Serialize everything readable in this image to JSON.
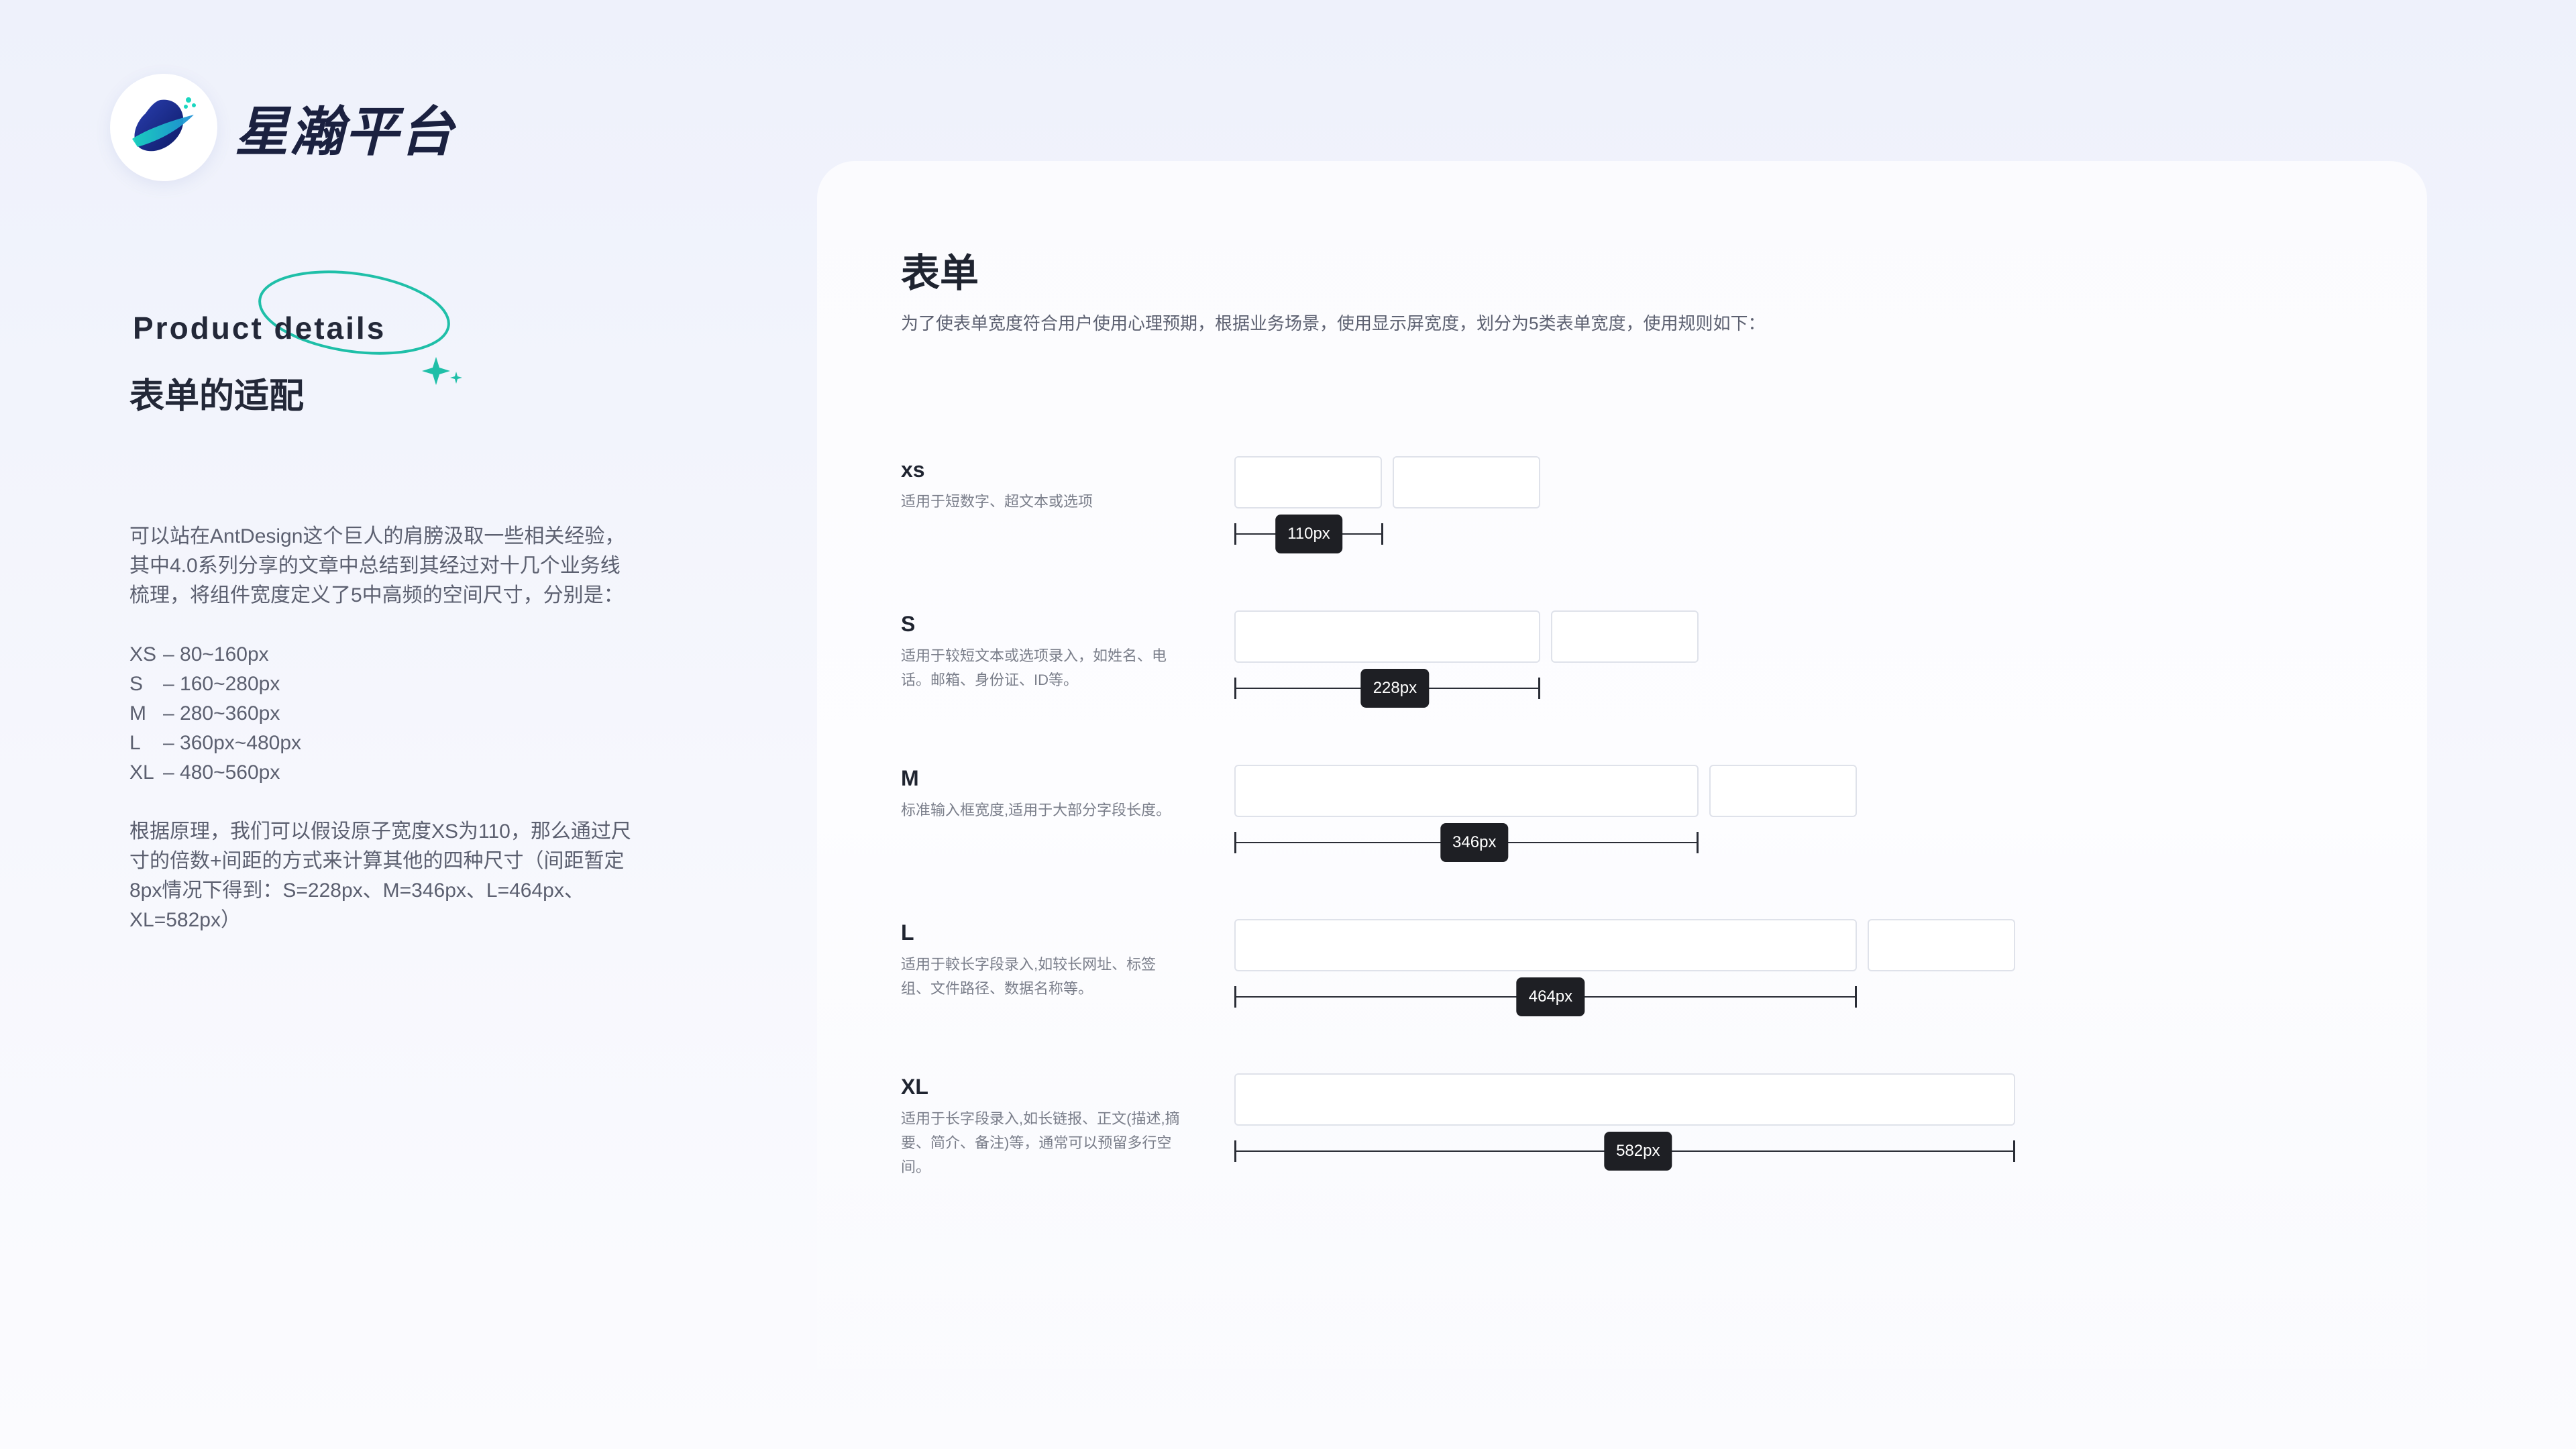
{
  "brand": {
    "name": "星瀚平台"
  },
  "left": {
    "product_title": "Product details",
    "heading": "表单的适配",
    "intro": [
      "可以站在AntDesign这个巨人的肩膀汲取一些相关经验，",
      "其中4.0系列分享的文章中总结到其经过对十几个业务线",
      "梳理，将组件宽度定义了5中高频的空间尺寸，分别是："
    ],
    "sizes": [
      {
        "key": "XS",
        "range": "– 80~160px"
      },
      {
        "key": "S",
        "range": "– 160~280px"
      },
      {
        "key": "M",
        "range": "– 280~360px"
      },
      {
        "key": "L",
        "range": "– 360px~480px"
      },
      {
        "key": "XL",
        "range": "– 480~560px"
      }
    ],
    "conclusion": [
      "根据原理，我们可以假设原子宽度XS为110，那么通过尺",
      "寸的倍数+间距的方式来计算其他的四种尺寸（间距暂定",
      "8px情况下得到：S=228px、M=346px、L=464px、",
      "XL=582px）"
    ]
  },
  "card": {
    "title": "表单",
    "subtitle": "为了使表单宽度符合用户使用心理预期，根据业务场景，使用显示屏宽度，划分为5类表单宽度，使用规则如下：",
    "rows": [
      {
        "label": "xs",
        "desc": "适用于短数字、超文本或选项",
        "measure": "110px"
      },
      {
        "label": "S",
        "desc": "适用于较短文本或选项录入，如姓名、电话。邮箱、身份证、ID等。",
        "measure": "228px"
      },
      {
        "label": "M",
        "desc": "标准输入框宽度,适用于大部分字段长度。",
        "measure": "346px"
      },
      {
        "label": "L",
        "desc": "适用于較长字段录入,如较长网址、标签组、文件路径、数据名称等。",
        "measure": "464px"
      },
      {
        "label": "XL",
        "desc": "适用于长字段录入,如长链报、正文(描述,摘要、简介、备注)等，通常可以预留多行空间。",
        "measure": "582px"
      }
    ]
  }
}
